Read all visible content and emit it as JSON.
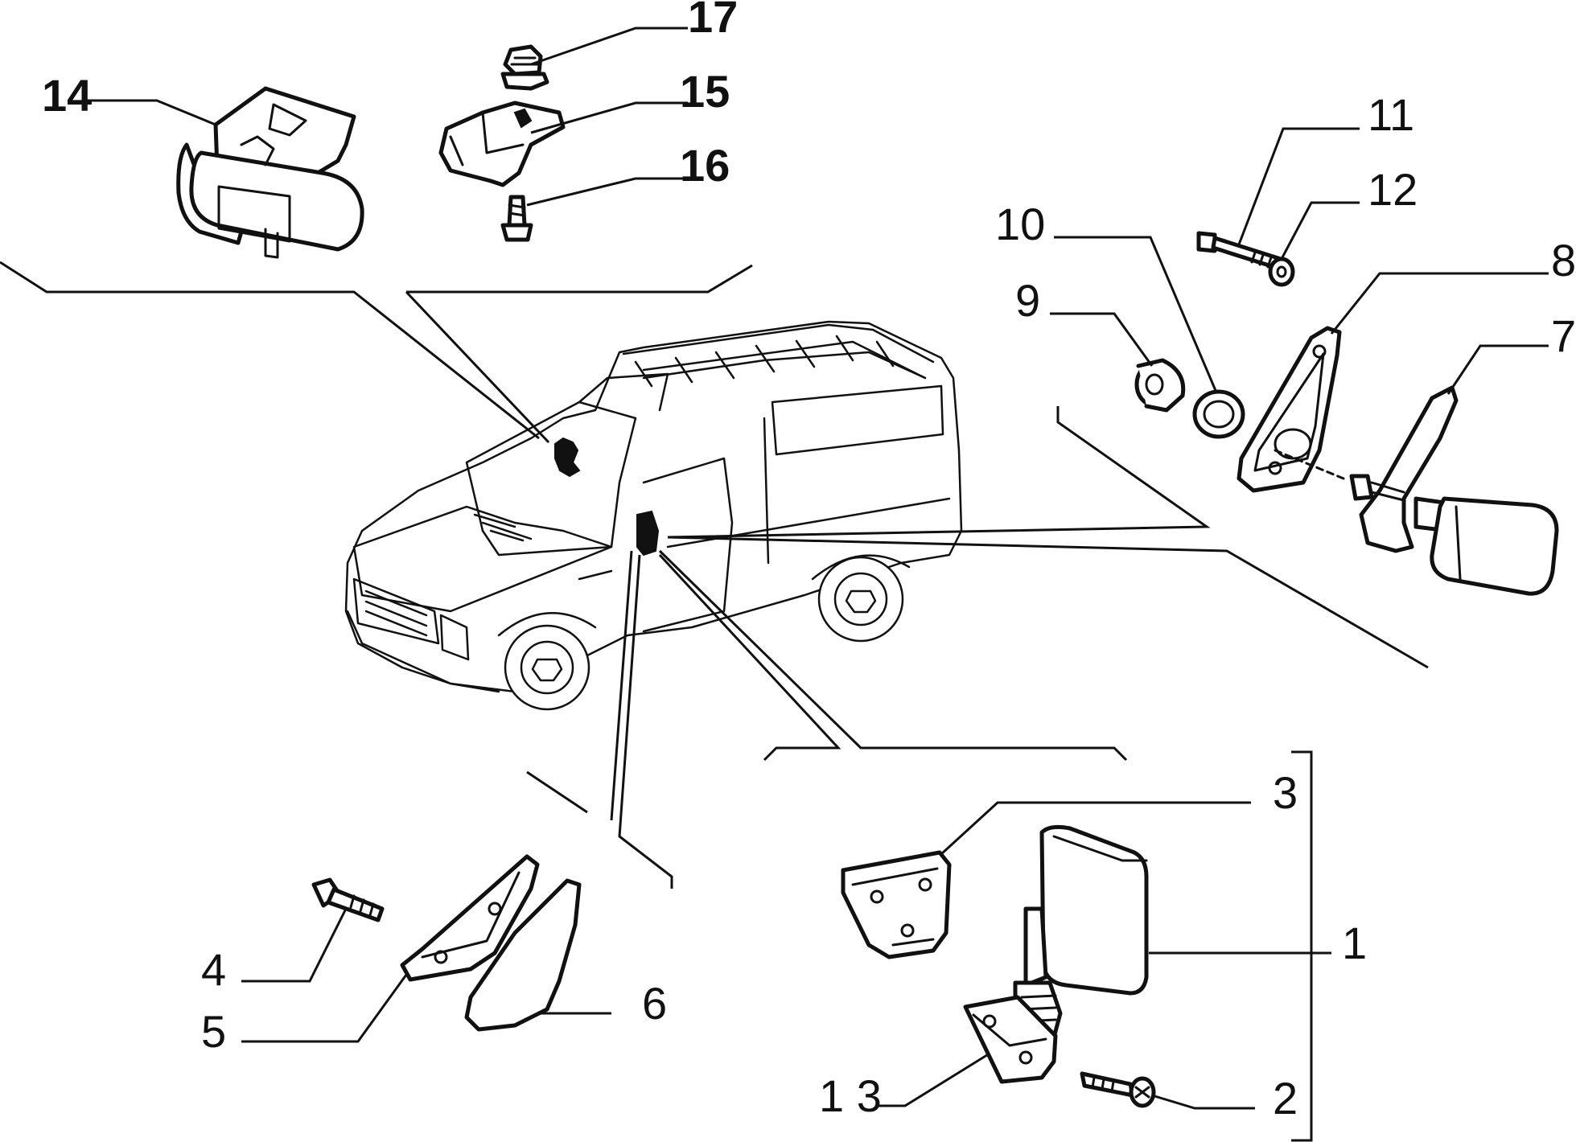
{
  "callouts": {
    "c1": "1",
    "c2": "2",
    "c3": "3",
    "c4": "4",
    "c5": "5",
    "c6": "6",
    "c7": "7",
    "c8": "8",
    "c9": "9",
    "c10": "10",
    "c11": "11",
    "c12": "12",
    "c13": "1 3",
    "c14": "14",
    "c15": "15",
    "c16": "16",
    "c17": "17"
  },
  "colors": {
    "line": "#111111",
    "background": "#ffffff"
  }
}
